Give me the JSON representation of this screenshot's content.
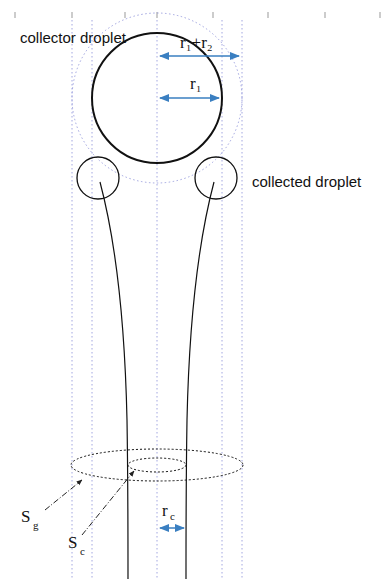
{
  "diagram": {
    "labels": [
      "collector droplet",
      "r₁+r₂",
      "r₁",
      "collected droplet",
      "S",
      "g",
      "S",
      "c",
      "r",
      "c"
    ]
  }
}
